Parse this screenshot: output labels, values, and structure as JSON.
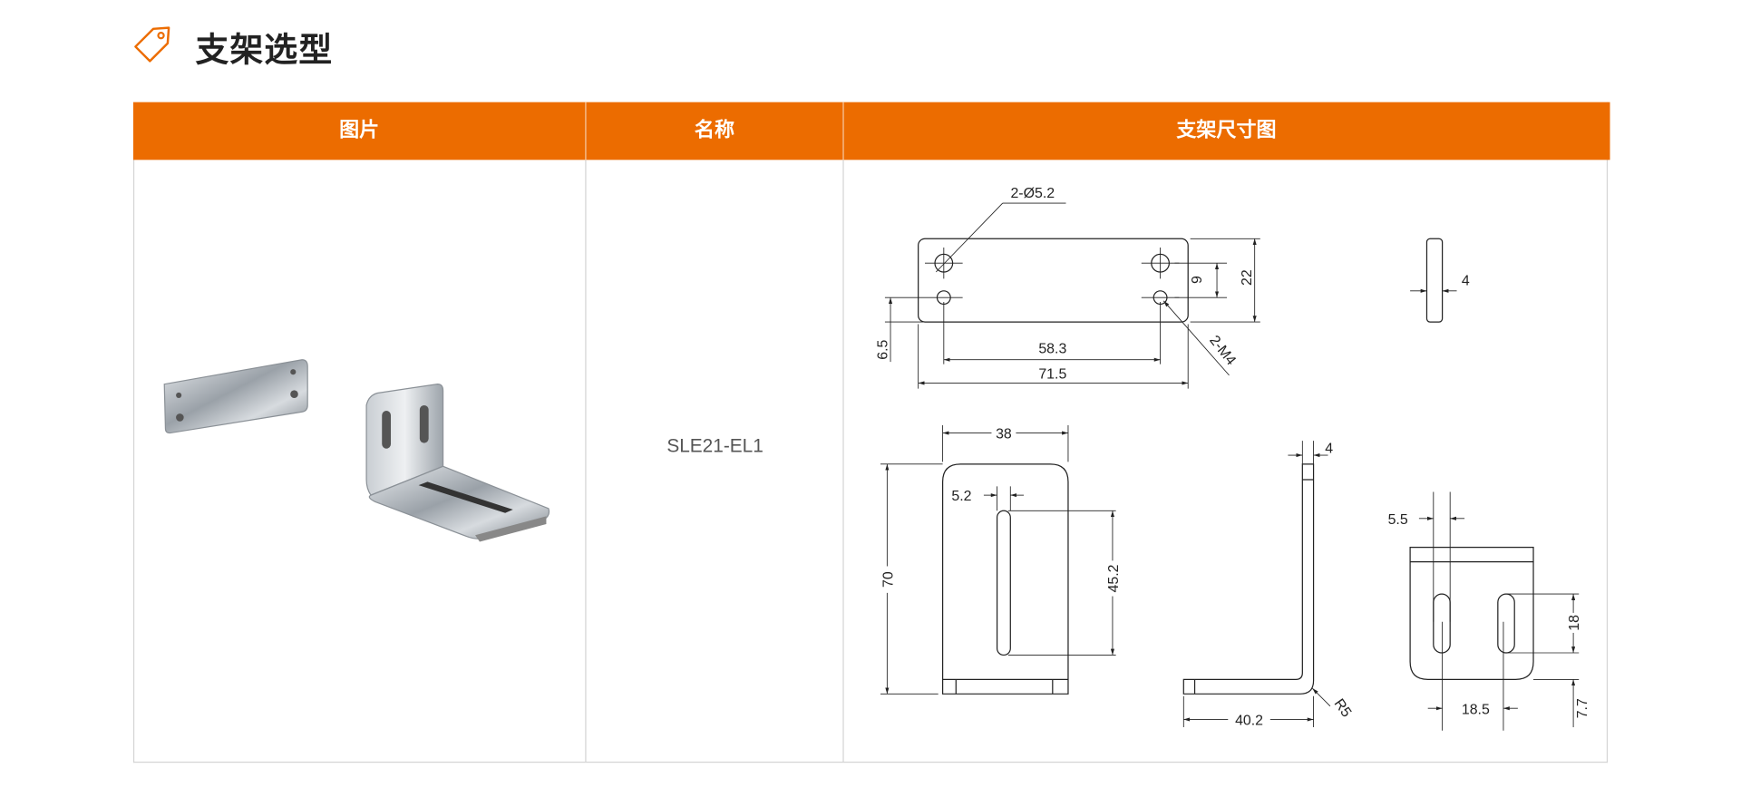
{
  "page": {
    "title": "支架选型",
    "accent_color": "#ec6c00"
  },
  "table": {
    "headers": [
      "图片",
      "名称",
      "支架尺寸图"
    ],
    "rows": [
      {
        "name": "SLE21-EL1"
      }
    ]
  },
  "dims": {
    "holes": "2-Ø5.2",
    "threads": "2-M4",
    "plate_height": "22",
    "hole_spacing": "9",
    "hole_offset": "6.5",
    "hole_pitch": "58.3",
    "plate_length": "71.5",
    "plate_thickness": "4",
    "bracket_width": "38",
    "bracket_height": "70",
    "slot_width": "5.2",
    "slot_length": "45.2",
    "bracket_thickness": "4",
    "base_length": "40.2",
    "bend_radius": "R5",
    "base_slot_width": "5.5",
    "base_slot_pitch": "18.5",
    "base_slot_length": "18",
    "base_slot_offset": "7.7"
  }
}
